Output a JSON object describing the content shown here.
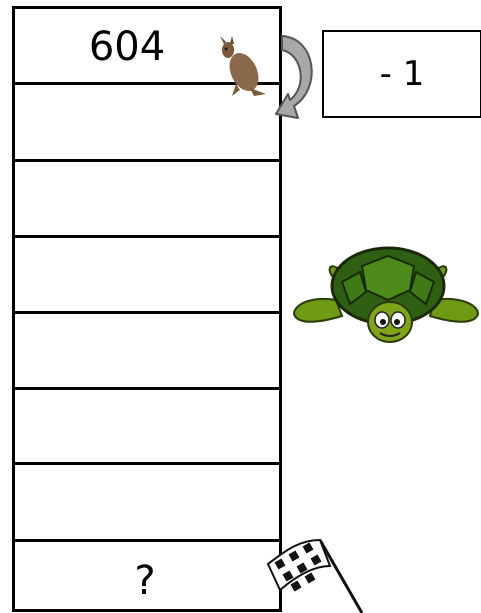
{
  "ladder": {
    "start_value": "604",
    "result_value": "?",
    "rows": 8
  },
  "operation": {
    "label": "- 1"
  },
  "icons": {
    "hare": "hare-icon",
    "turtle": "turtle-icon",
    "arrow": "curved-arrow-icon",
    "flag": "checkered-flag-icon"
  },
  "colors": {
    "turtle_shell": "#2f5f12",
    "turtle_skin": "#6f9a14",
    "arrow": "#9a9a9a",
    "hare": "#8a6a4a"
  }
}
